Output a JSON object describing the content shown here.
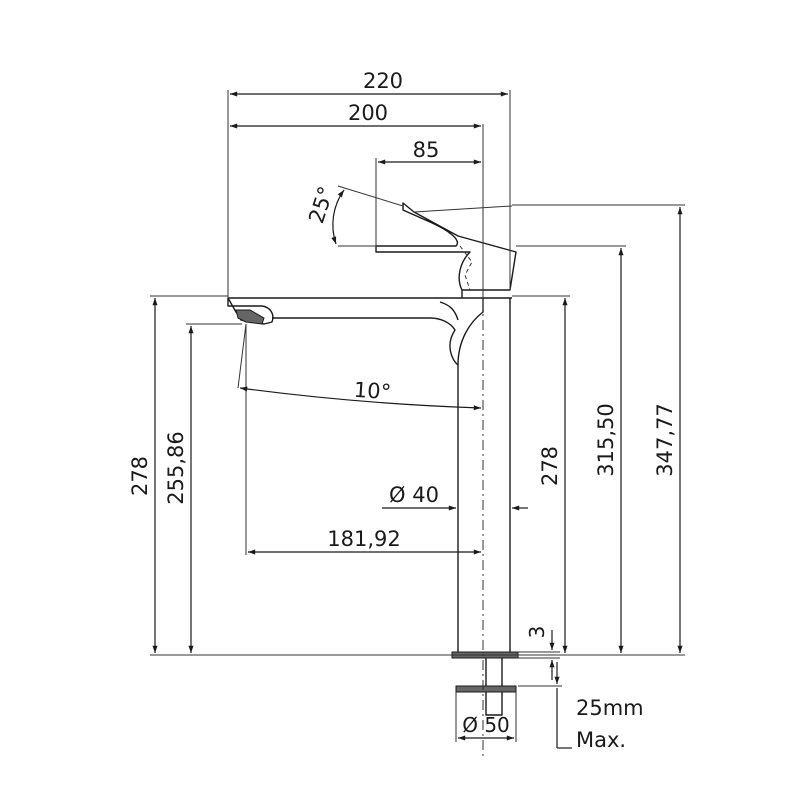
{
  "dimensions": {
    "width_220": "220",
    "width_200": "200",
    "width_85": "85",
    "angle_25": "25°",
    "angle_10": "10°",
    "height_278_left": "278",
    "height_255": "255,86",
    "height_278_right": "278",
    "height_315": "315,50",
    "height_347": "347,77",
    "dia_40": "Ø 40",
    "reach_181": "181,92",
    "gap_3": "3",
    "dia_50": "Ø 50",
    "max_thick_1": "25mm",
    "max_thick_2": "Max."
  }
}
